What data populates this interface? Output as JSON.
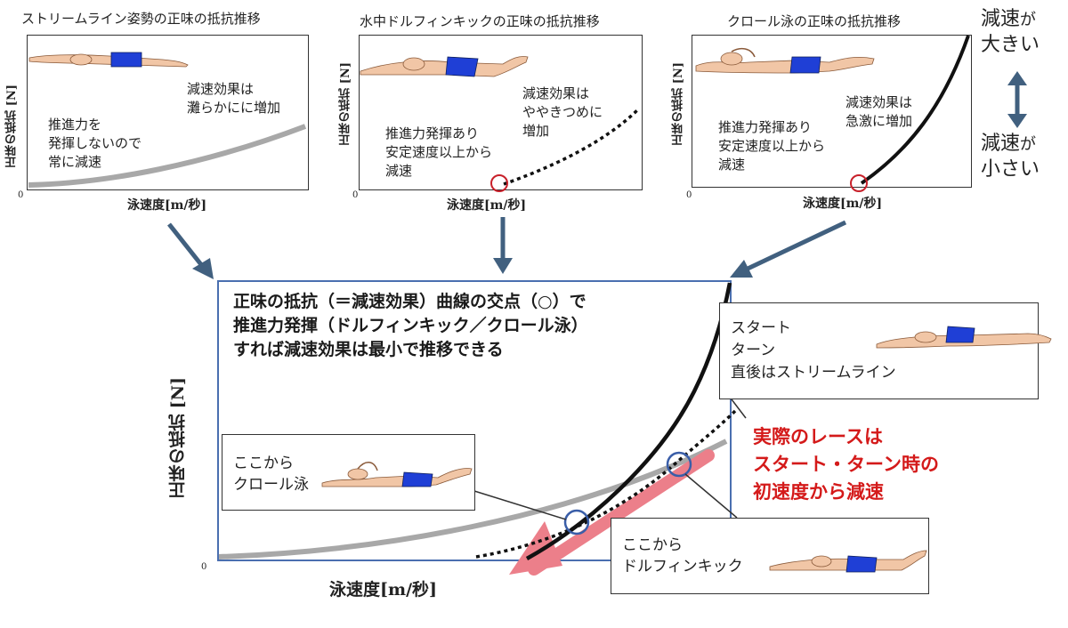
{
  "panels": [
    {
      "title": "ストリームライン姿勢の正味の抵抗推移",
      "ylabel": "正味の抵抗 [N]",
      "xlabel": "泳速度[m/秒]",
      "zero": "0",
      "notes": [
        {
          "lines": [
            "減速効果は",
            "灘らかにに増加"
          ]
        },
        {
          "lines": [
            "推進力を",
            "発揮しないので",
            "常に減速"
          ]
        }
      ]
    },
    {
      "title": "水中ドルフィンキックの正味の抵抗推移",
      "ylabel": "正味の抵抗 [N]",
      "xlabel": "泳速度[m/秒]",
      "zero": "0",
      "notes": [
        {
          "lines": [
            "減速効果は",
            "ややきつめに",
            "増加"
          ]
        },
        {
          "lines": [
            "推進力発揮あり",
            "安定速度以上から",
            "減速"
          ]
        }
      ]
    },
    {
      "title": "クロール泳の正味の抵抗推移",
      "ylabel": "正味の抵抗 [N]",
      "xlabel": "泳速度[m/秒]",
      "zero": "0",
      "notes": [
        {
          "lines": [
            "減速効果は",
            "急激に増加"
          ]
        },
        {
          "lines": [
            "推進力発揮あり",
            "安定速度以上から",
            "減速"
          ]
        }
      ]
    }
  ],
  "scale": {
    "top": [
      "減速",
      "が",
      "大きい"
    ],
    "bottom": [
      "減速",
      "が",
      "小さい"
    ]
  },
  "main": {
    "headline": [
      "正味の抵抗（＝減速効果）曲線の交点（○）で",
      "推進力発揮（ドルフィンキック／クロール泳）",
      "すれば減速効果は最小で推移できる"
    ],
    "ylabel": "正味の抵抗 [N]",
    "xlabel": "泳速度[m/秒]",
    "zero": "0",
    "callout_start": [
      "スタート",
      "ターン",
      "直後はストリームライン"
    ],
    "callout_crawl": [
      "ここから",
      "クロール泳"
    ],
    "callout_dolphin": [
      "ここから",
      "ドルフィンキック"
    ],
    "race_note": [
      "実際のレースは",
      "スタート・ターン時の",
      "初速度から減速"
    ]
  },
  "colors": {
    "arrow_blue": "#41607f",
    "box_blue": "#4a6fb0",
    "circle_red": "#c8202a",
    "circle_blue": "#3a5ea8",
    "race_red": "#d41a1a",
    "pink_arrow": "#ec7f8a",
    "curve_gray": "#a8a8a8",
    "swimsuit": "#1f3fd6",
    "skin": "#f1c6a6"
  }
}
